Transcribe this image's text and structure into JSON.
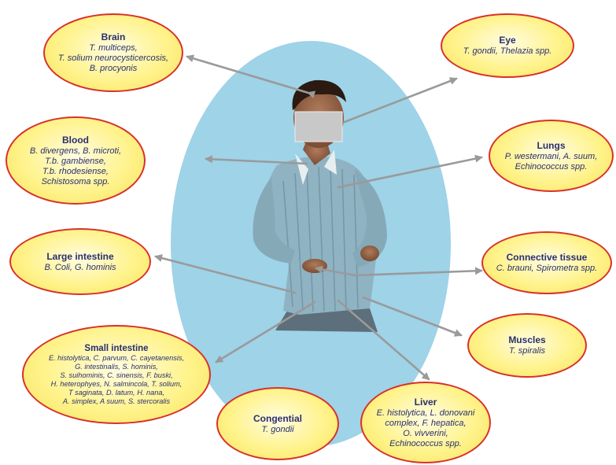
{
  "colors": {
    "ellipse": "#9ed3e8",
    "bubble_fill": "#fff38c",
    "bubble_border": "#d9302a",
    "text": "#2a2f6e",
    "arrow": "#9a9a9a"
  },
  "figure": {
    "icon": "person-photo-icon",
    "privacy_bar_icon": "face-censor-bar-icon"
  },
  "organs": {
    "brain": {
      "title": "Brain",
      "detail": "T. multiceps,\nT. solium neurocysticercosis,\nB. procyonis"
    },
    "eye": {
      "title": "Eye",
      "detail": "T. gondii, Thelazia spp."
    },
    "blood": {
      "title": "Blood",
      "detail": "B. divergens, B. microti,\nT.b. gambiense,\nT.b. rhodesiense,\nSchistosoma spp."
    },
    "lungs": {
      "title": "Lungs",
      "detail": "P. westermani, A. suum,\nEchinococcus spp."
    },
    "large_intestine": {
      "title": "Large intestine",
      "detail": "B. Coli, G. hominis"
    },
    "connective_tissue": {
      "title": "Connective tissue",
      "detail": "C. brauni, Spirometra spp."
    },
    "small_intestine": {
      "title": "Small intestine",
      "detail": "E. histolytica, C. parvum, C. cayetanensis,\nG. intestinalis, S. hominis,\nS. suihominis, C. sinensis, F. buski,\nH. heterophyes, N. salmincola, T. solium,\nT saginata, D. latum, H. nana,\nA. simplex, A suum, S. stercoralis"
    },
    "muscles": {
      "title": "Muscles",
      "detail": "T. spiralis"
    },
    "congential": {
      "title": "Congential",
      "detail": "T. gondii"
    },
    "liver": {
      "title": "Liver",
      "detail": "E. histolytica, L. donovani\ncomplex, F. hepatica,\nO. vivverini,\nEchinococcus spp."
    }
  }
}
